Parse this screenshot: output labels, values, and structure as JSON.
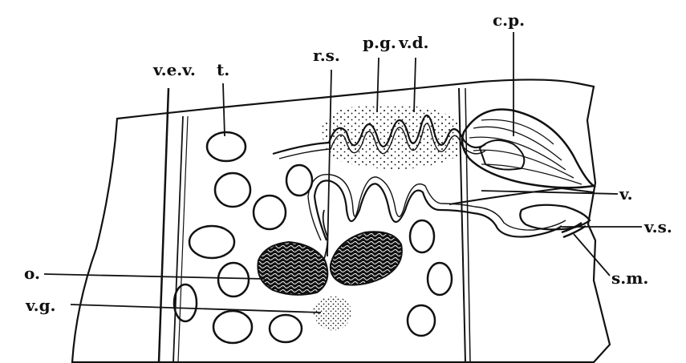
{
  "labels": {
    "vev": "v.e.v.",
    "t": "t.",
    "rs": "r.s.",
    "pg": "p.g.",
    "vd": "v.d.",
    "cp": "c.p.",
    "v": "v.",
    "vs": "v.s.",
    "sm": "s.m.",
    "o": "o.",
    "vg": "v.g."
  }
}
